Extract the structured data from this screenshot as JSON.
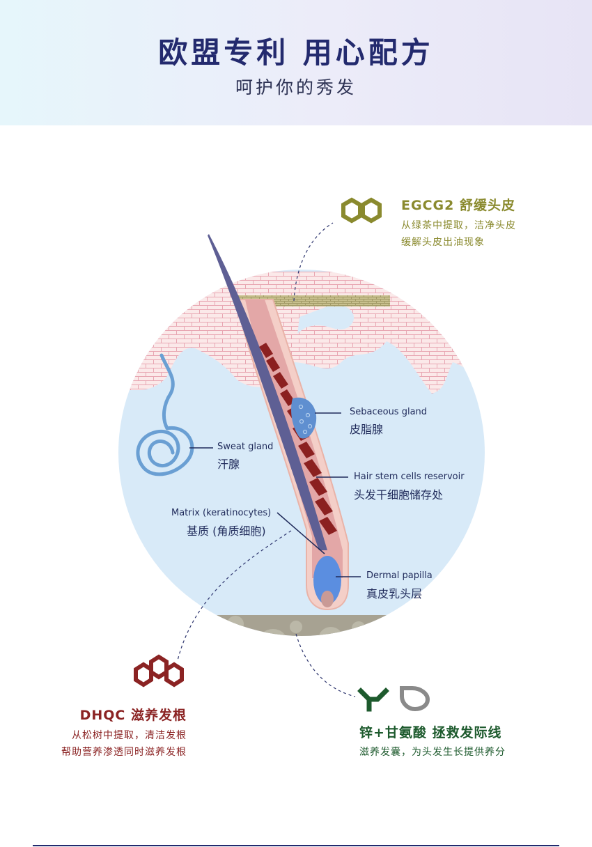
{
  "header": {
    "title": "欧盟专利 用心配方",
    "subtitle": "呵护你的秀发"
  },
  "labels": {
    "sebaceous_en": "Sebaceous gland",
    "sebaceous_cn": "皮脂腺",
    "sweat_en": "Sweat gland",
    "sweat_cn": "汗腺",
    "stem_en": "Hair stem cells reservoir",
    "stem_cn": "头发干细胞储存处",
    "matrix_en": "Matrix (keratinocytes)",
    "matrix_cn": "基质 (角质细胞)",
    "papilla_en": "Dermal papilla",
    "papilla_cn": "真皮乳头层"
  },
  "features": {
    "egcg": {
      "title": "EGCG2 舒缓头皮",
      "desc1": "从绿茶中提取，洁净头皮",
      "desc2": "缓解头皮出油现象",
      "color": "#8a8a2e"
    },
    "dhqc": {
      "title": "DHQC 滋养发根",
      "desc1": "从松树中提取，清洁发根",
      "desc2": "帮助营养渗透同时滋养发根",
      "color": "#8b2323"
    },
    "zinc": {
      "title": "锌+甘氨酸 拯救发际线",
      "desc1": "滋养发囊，为头发生长提供养分",
      "color": "#1d5a2d"
    }
  },
  "colors": {
    "navy": "#232a6e",
    "skin_pink": "#f6dcdc",
    "circle_blue": "#d5e9f7",
    "gland_blue": "#6a9fd3"
  }
}
